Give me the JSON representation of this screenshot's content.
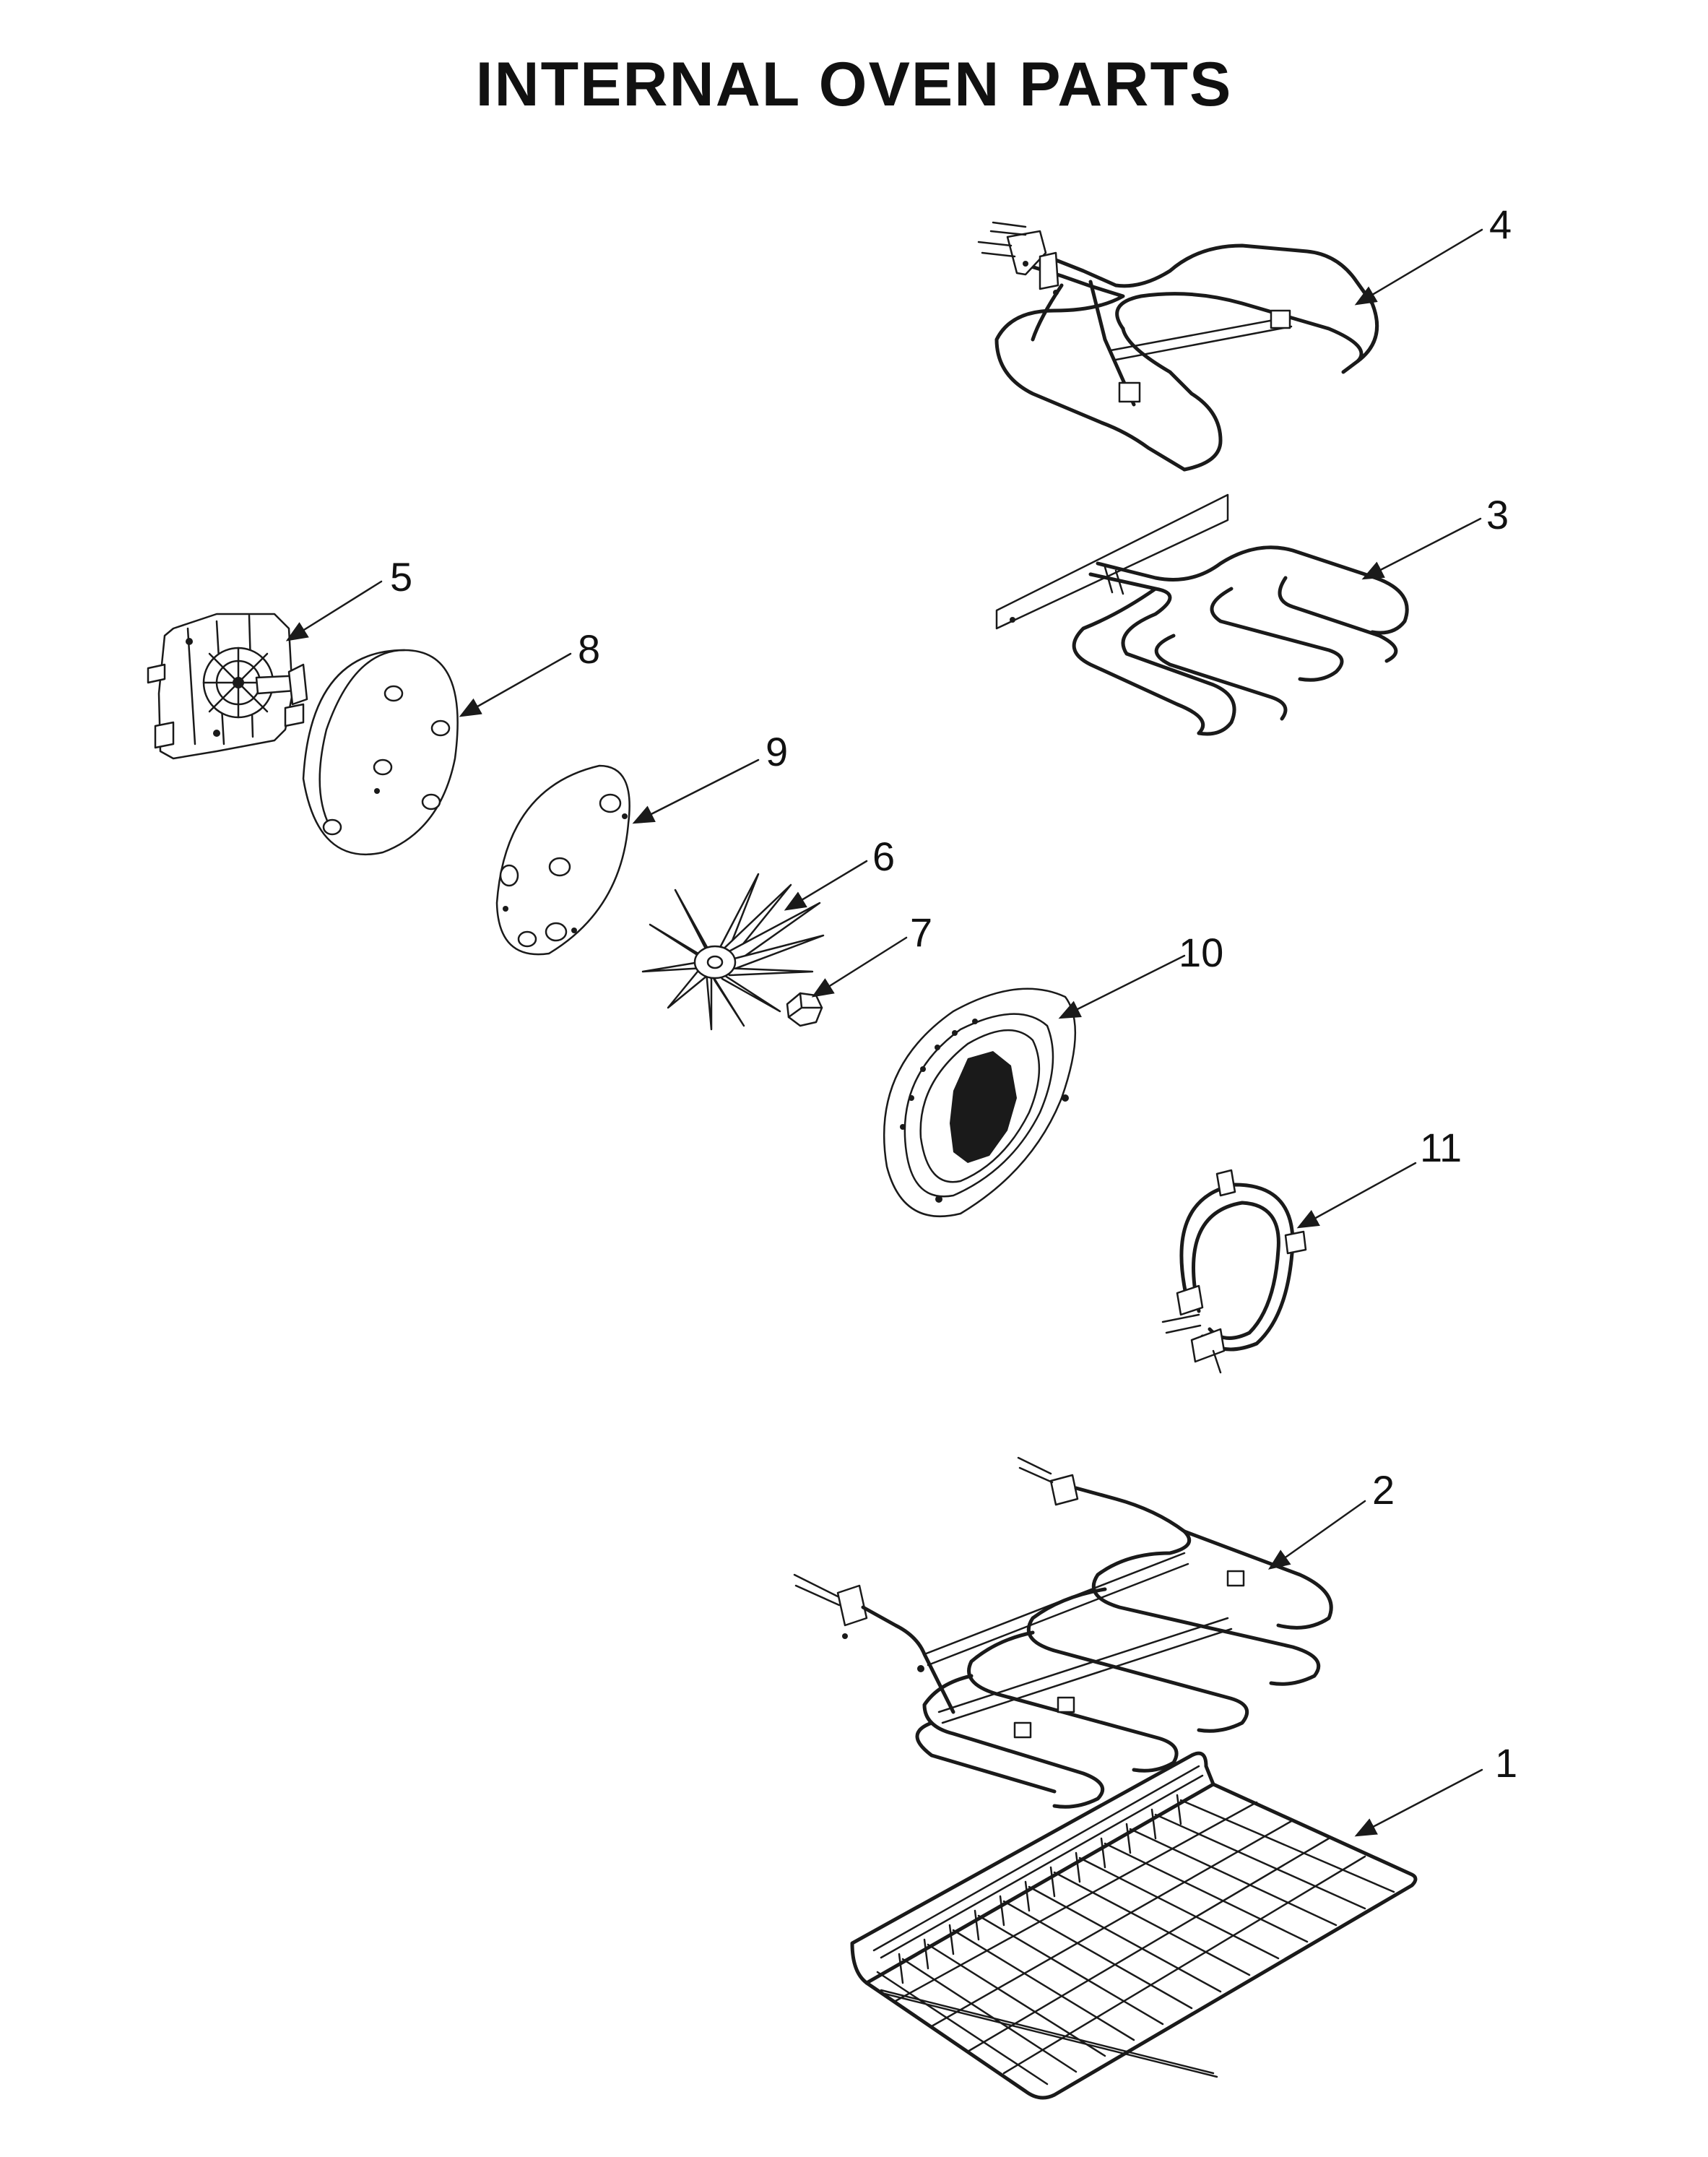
{
  "title": "INTERNAL OVEN PARTS",
  "callouts": [
    {
      "id": "4",
      "label": "4"
    },
    {
      "id": "3",
      "label": "3"
    },
    {
      "id": "5",
      "label": "5"
    },
    {
      "id": "8",
      "label": "8"
    },
    {
      "id": "9",
      "label": "9"
    },
    {
      "id": "6",
      "label": "6"
    },
    {
      "id": "7",
      "label": "7"
    },
    {
      "id": "10",
      "label": "10"
    },
    {
      "id": "11",
      "label": "11"
    },
    {
      "id": "2",
      "label": "2"
    },
    {
      "id": "1",
      "label": "1"
    }
  ],
  "colors": {
    "ink": "#1a1a1a",
    "background": "#ffffff"
  }
}
